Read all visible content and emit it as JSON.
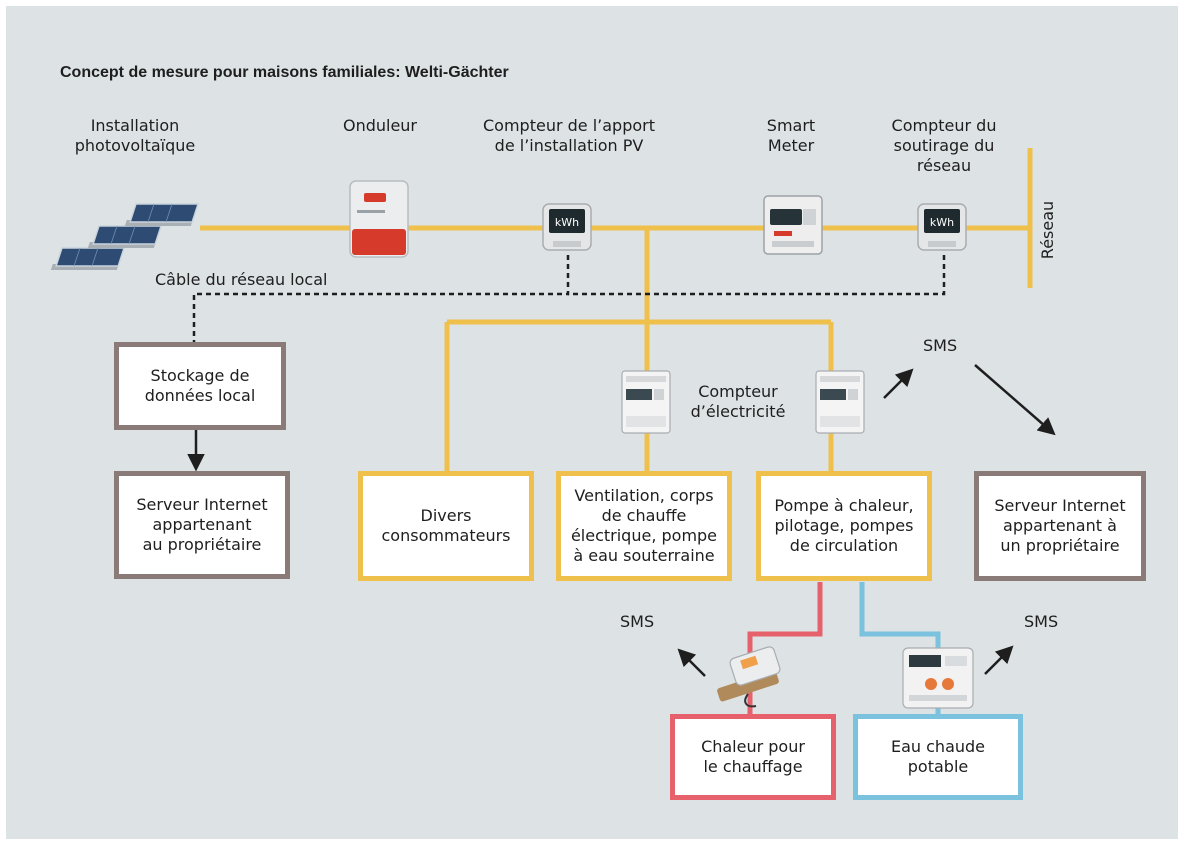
{
  "title": "Concept de mesure pour maisons familiales: Welti-Gächter",
  "components": {
    "pv": "Installation\nphotovoltaïque",
    "inverter": "Onduleur",
    "pv_meter": "Compteur de l’apport\nde l’installation PV",
    "smart_meter": "Smart\nMeter",
    "grid_meter": "Compteur du\nsoutirage du\nréseau",
    "grid": "Réseau",
    "local_cable": "Câble du réseau local",
    "electricity_meter": "Compteur\nd’électricité"
  },
  "meter_display": "kWh",
  "boxes": {
    "storage": "Stockage de\ndonnées local",
    "server_owner": "Serveur Internet\nappartenant\nau propriétaire",
    "misc": "Divers\nconsommateurs",
    "ventilation": "Ventilation, corps\nde chauffe\nélectrique, pompe\nà eau souterraine",
    "heat_pump": "Pompe à chaleur,\npilotage, pompes\nde circulation",
    "server_provider": "Serveur Internet\nappartenant à\nun propriétaire",
    "heating": "Chaleur pour\nle chauffage",
    "hot_water": "Eau chaude\npotable"
  },
  "sms": [
    "SMS",
    "SMS",
    "SMS"
  ],
  "colors": {
    "background": "#dde2e5",
    "power_line": "#f0c04c",
    "heating_line": "#e7616d",
    "water_line": "#7ac2dd",
    "data_box": "#8a7a78",
    "data_line": "#1e1e1e"
  }
}
